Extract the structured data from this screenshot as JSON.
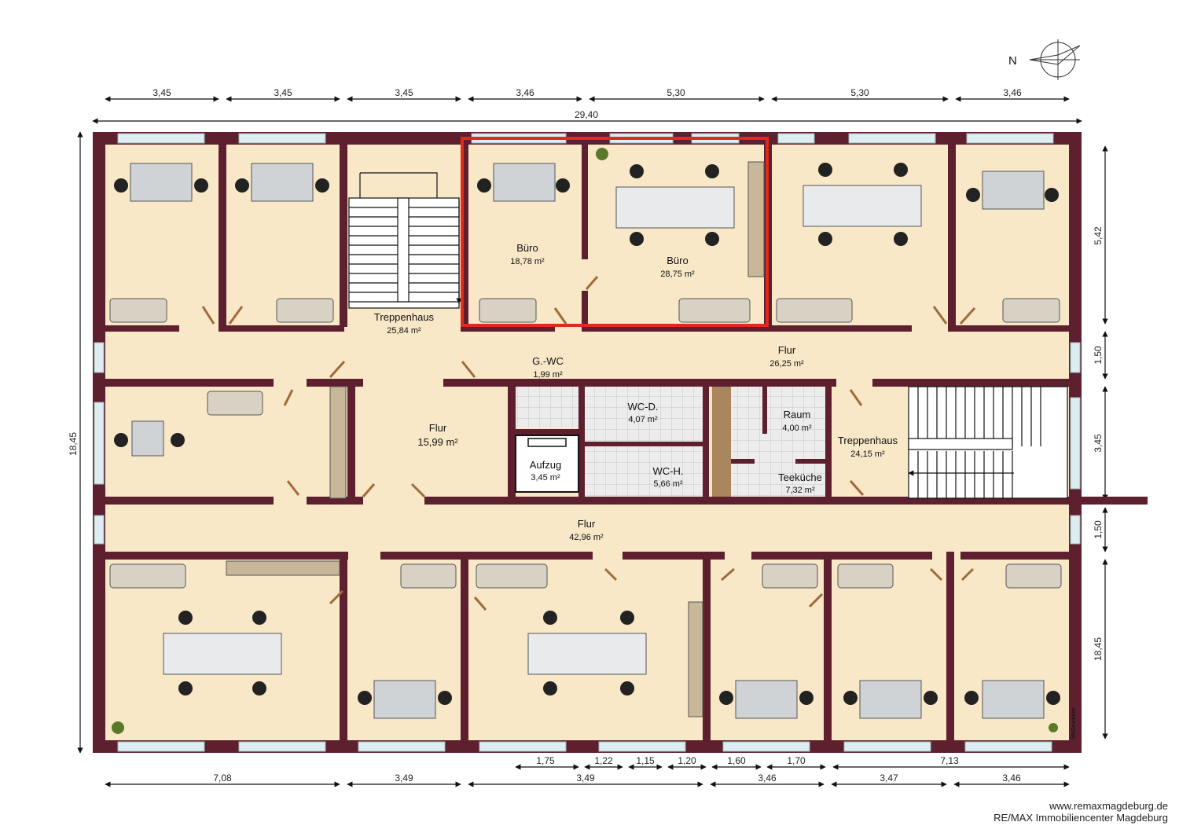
{
  "compass": {
    "letter": "N"
  },
  "dims_top": [
    "3,45",
    "3,45",
    "3,45",
    "3,46",
    "5,30",
    "5,30",
    "3,46"
  ],
  "dim_total_width": "29,40",
  "dim_left_height": "18,45",
  "dims_right": [
    "5,42",
    "1,50",
    "3,45",
    "1,50",
    "18,45"
  ],
  "dims_bottom_inner": [
    "1,75",
    "1,22",
    "1,15",
    "1,20",
    "1,60",
    "1,70",
    "7,13"
  ],
  "dims_bottom": [
    "7,08",
    "3,49",
    "3,49",
    "3,46",
    "3,47",
    "3,46"
  ],
  "rooms": {
    "buero_small": {
      "name": "Büro",
      "area": "18,78 m²"
    },
    "buero_large": {
      "name": "Büro",
      "area": "28,75 m²"
    },
    "treppenhaus_1": {
      "name": "Treppenhaus",
      "area": "25,84 m²"
    },
    "flur_upper": {
      "name": "Flur",
      "area": "26,25 m²"
    },
    "g_wc": {
      "name": "G.-WC",
      "area": "1,99 m²"
    },
    "wc_d": {
      "name": "WC-D.",
      "area": "4,07 m²"
    },
    "raum": {
      "name": "Raum",
      "area": "4,00 m²"
    },
    "treppenhaus_2": {
      "name": "Treppenhaus",
      "area": "24,15 m²"
    },
    "flur_mid": {
      "name": "Flur",
      "area": "15,99 m²"
    },
    "aufzug": {
      "name": "Aufzug",
      "area": "3,45 m²"
    },
    "wc_h": {
      "name": "WC-H.",
      "area": "5,66 m²"
    },
    "teekueche": {
      "name": "Teeküche",
      "area": "7,32 m²"
    },
    "flur_lower": {
      "name": "Flur",
      "area": "42,96 m²"
    }
  },
  "watermark": "McGrundriss",
  "footer": {
    "website": "www.remaxmagdeburg.de",
    "company": "RE/MAX Immobiliencenter Magdeburg"
  },
  "colors": {
    "wall": "#5e1f2e",
    "floor": "#f8e8c8",
    "highlight": "#e02a1a",
    "tile": "#e6e6e6"
  }
}
